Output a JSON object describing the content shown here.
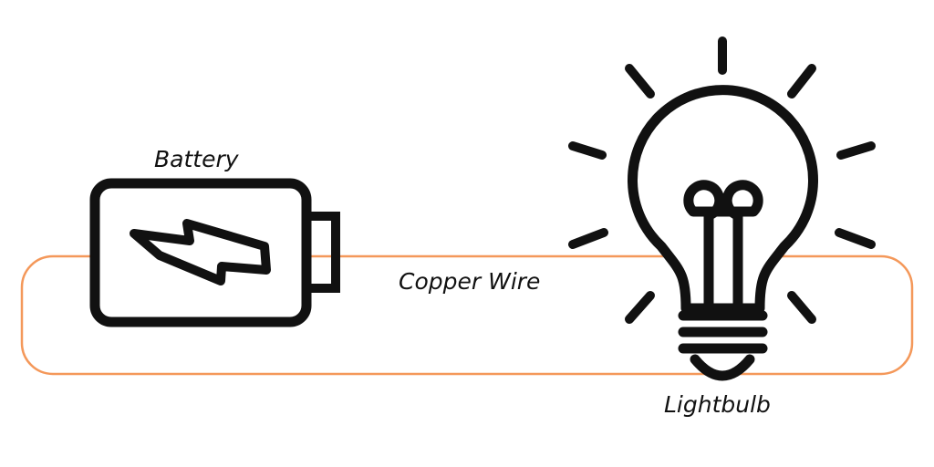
{
  "labels": {
    "battery": "Battery",
    "wire": "Copper Wire",
    "bulb": "Lightbulb"
  },
  "icons": {
    "battery": "battery-icon",
    "bolt": "lightning-bolt-icon",
    "bulb": "lightbulb-icon",
    "rays": "light-rays-icon"
  },
  "colors": {
    "wire": "#F4985A",
    "outline": "#111111",
    "background": "#FFFFFF"
  }
}
